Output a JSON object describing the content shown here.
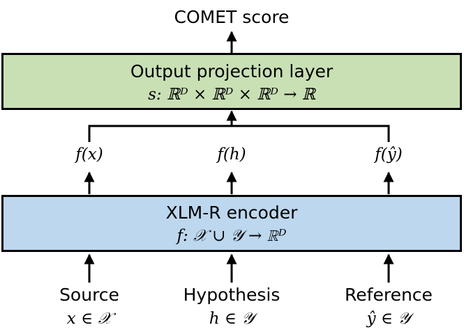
{
  "colors": {
    "output_box_fill": "#c9e0b5",
    "encoder_box_fill": "#bdd7ee",
    "stroke": "#000000"
  },
  "top_output": "COMET score",
  "output_layer": {
    "title": "Output projection layer",
    "formula": "s: ℝᴰ × ℝᴰ × ℝᴰ → ℝ"
  },
  "embeddings": [
    "f(x)",
    "f(h)",
    "f(ŷ)"
  ],
  "encoder": {
    "title": "XLM-R encoder",
    "formula": "f: 𝒳 ∪ 𝒴 → ℝᴰ"
  },
  "inputs": [
    {
      "name": "Source",
      "formula": "x ∈ 𝒳"
    },
    {
      "name": "Hypothesis",
      "formula": "h ∈ 𝒴"
    },
    {
      "name": "Reference",
      "formula": "ŷ ∈ 𝒴"
    }
  ]
}
